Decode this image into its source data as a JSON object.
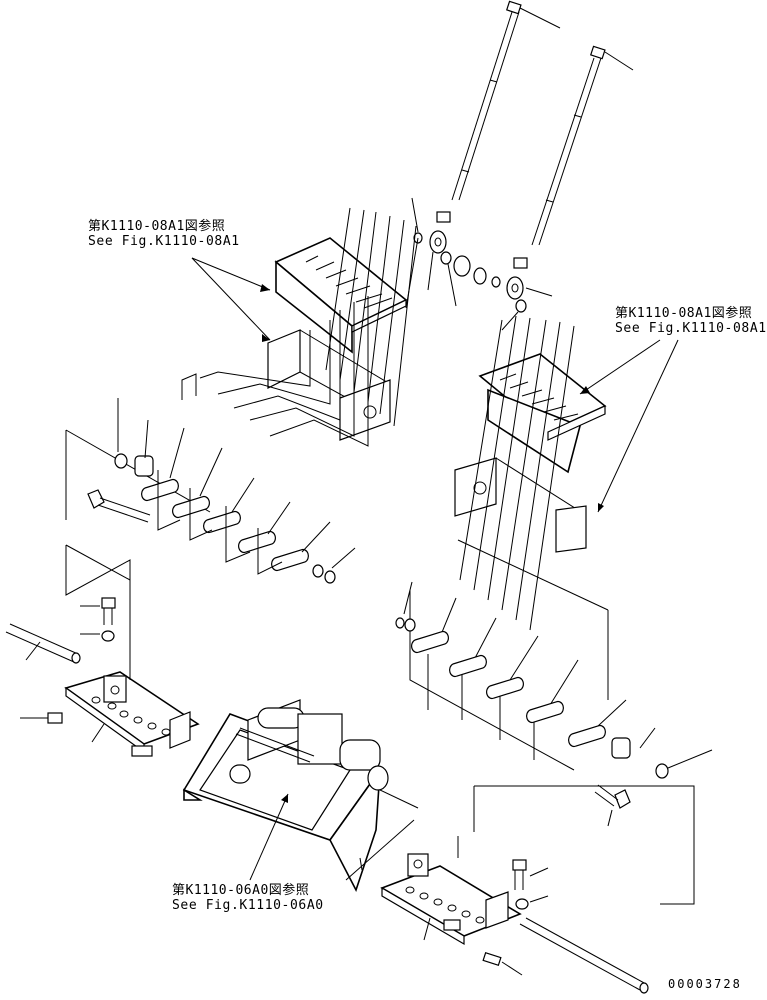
{
  "labels": {
    "top_left": {
      "ja": "第K1110-08A1図参照",
      "en": "See Fig.K1110-08A1"
    },
    "right": {
      "ja": "第K1110-08A1図参照",
      "en": "See Fig.K1110-08A1"
    },
    "bottom": {
      "ja": "第K1110-06A0図参照",
      "en": "See Fig.K1110-06A0"
    }
  },
  "drawing_number": "00003728"
}
